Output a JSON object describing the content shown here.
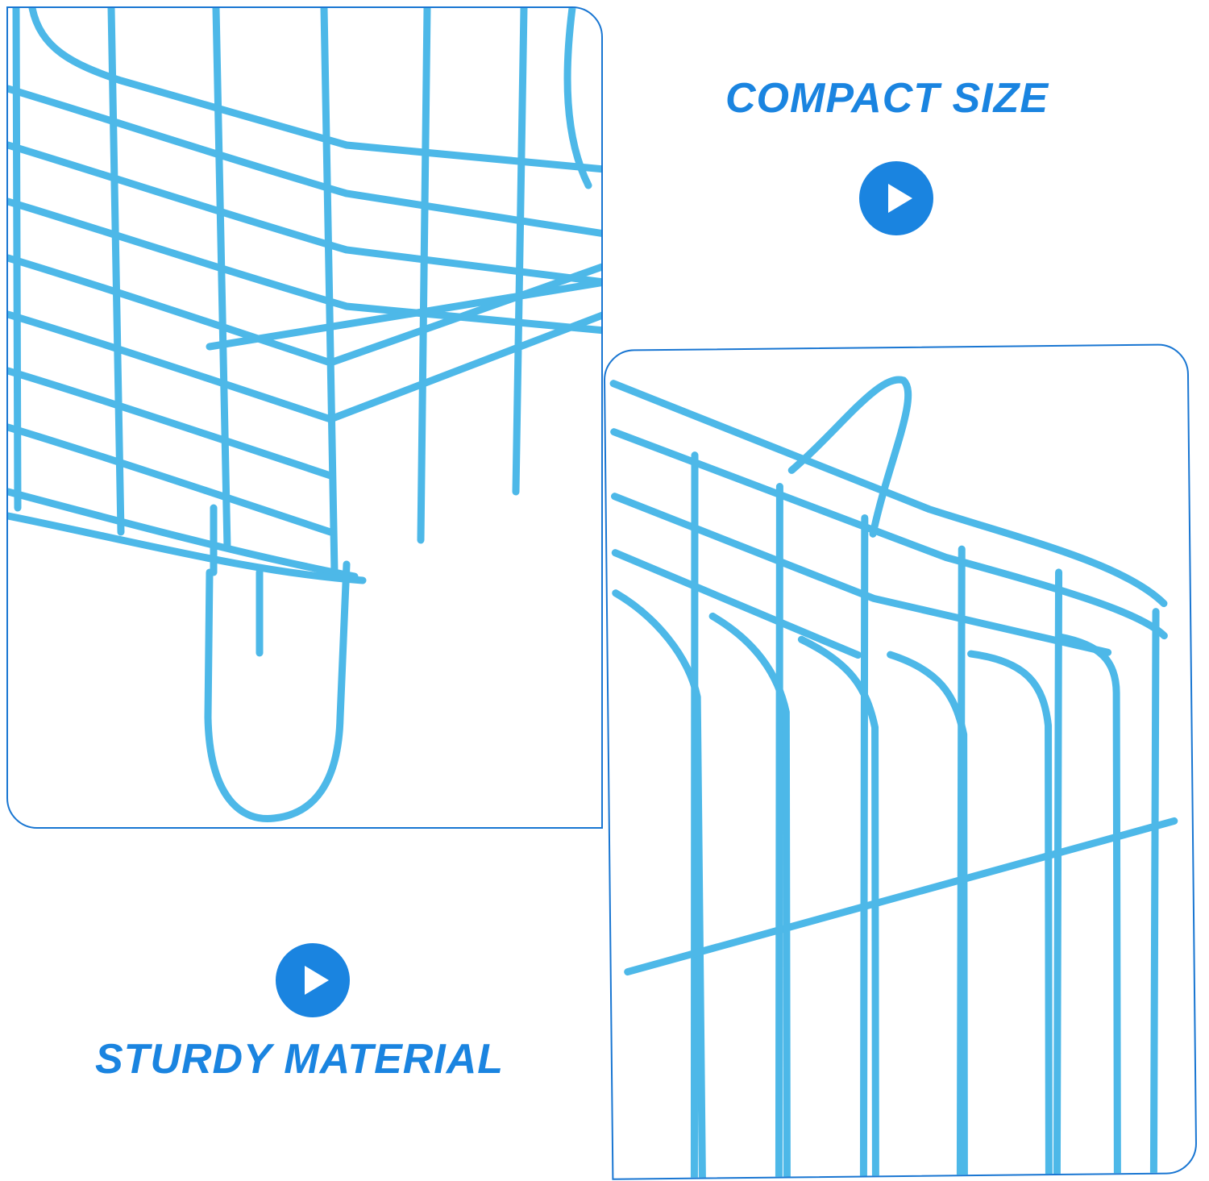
{
  "captions": {
    "top": "COMPACT SIZE",
    "bottom": "STURDY MATERIAL"
  },
  "icons": {
    "play_top": "play-icon",
    "play_bottom": "play-icon"
  },
  "colors": {
    "accent": "#1a84e0",
    "frame_border": "#1976d2",
    "wire": "#4db8e8",
    "background": "#ffffff"
  },
  "images": {
    "left": "blue wire cage close-up with hanging hook loop",
    "right": "blue wire cage corner with top hook handle"
  }
}
